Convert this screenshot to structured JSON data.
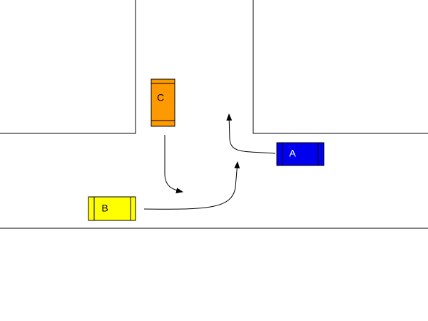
{
  "vehicles": [
    {
      "id": "A",
      "label": "A",
      "color": "#0000ee",
      "label_color": "#ffffff",
      "orientation": "horizontal"
    },
    {
      "id": "B",
      "label": "B",
      "color": "#ffff00",
      "label_color": "#000000",
      "orientation": "horizontal"
    },
    {
      "id": "C",
      "label": "C",
      "color": "#ff9900",
      "label_color": "#000000",
      "orientation": "vertical"
    }
  ],
  "colors": {
    "background": "#ffffff",
    "lines": "#000000"
  }
}
